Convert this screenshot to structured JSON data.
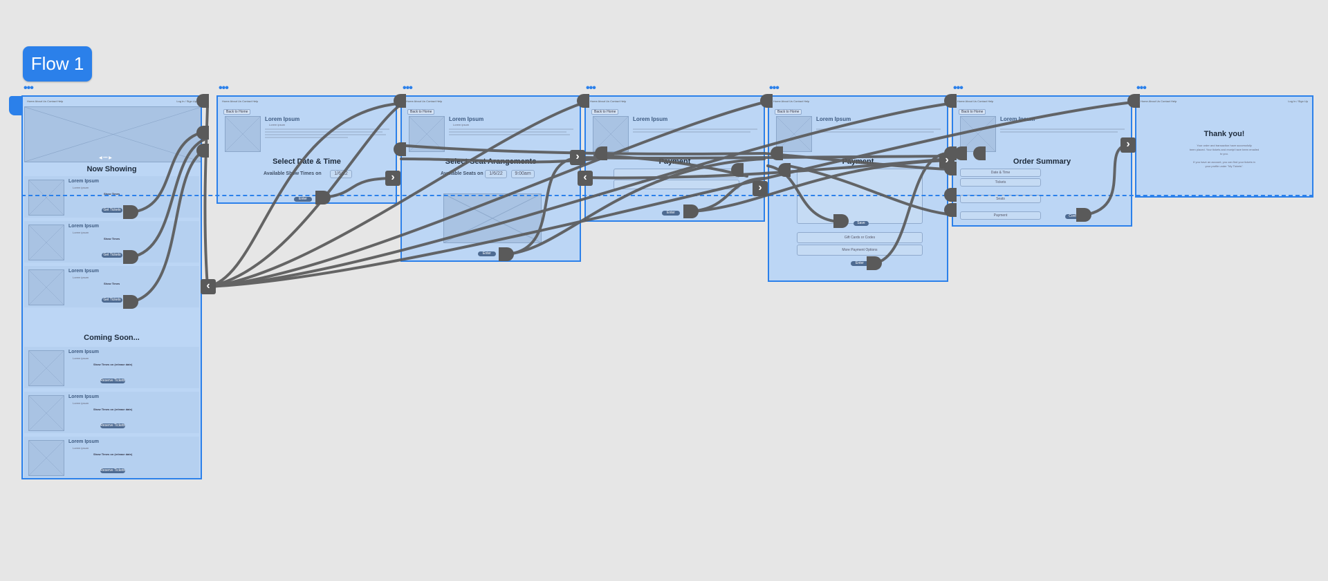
{
  "flow": {
    "label": "Flow 1"
  },
  "frame_menu": "•••",
  "nav": {
    "items": "Home   About Us   Contact   Help",
    "login": "Log In / Sign Up"
  },
  "home": {
    "carousel": "◀ ••• ▶",
    "now_showing": "Now Showing",
    "coming_soon": "Coming Soon...",
    "movie_title": "Lorem Ipsum",
    "movie_sub": "Lorem ipsum",
    "show_times": "Show Times",
    "show_times_release": "Show Times on (release date)",
    "get_tickets": "Get Tickets",
    "reserve_tickets": "Reserve Tickets"
  },
  "back_to_home": "Back to Home",
  "movie": {
    "title": "Lorem Ipsum",
    "sub": "Lorem ipsum"
  },
  "date_screen": {
    "title": "Select Date & Time",
    "label": "Available Show Times on",
    "date": "1/6/22",
    "enter": "Enter"
  },
  "seat_screen": {
    "title": "Select Seat Arangements",
    "label": "Available Seats on",
    "date": "1/6/22",
    "time": "9:00am",
    "enter": "Enter"
  },
  "payment1": {
    "title": "Payment",
    "enter": "Enter"
  },
  "payment2": {
    "title": "Payment",
    "save": "Save",
    "card_option": "Gift Cards or Codes",
    "more_option": "More Payment Options",
    "enter": "Enter"
  },
  "summary": {
    "title": "Order Summary",
    "rows": [
      "Date & Time",
      "Tickets",
      "Seats",
      "Payment"
    ],
    "confirm": "Confirm"
  },
  "thanks": {
    "title": "Thank you!",
    "line1": "Your order and transaction have successfully",
    "line2": "been placed. Your tickets and receipt have been emailed",
    "line3": "to you.",
    "line4": "If you have an account, you can find your tickets in",
    "line5": "your profile under \"My Tickets\"."
  },
  "icons": {
    "next": "chevron-right-icon",
    "back": "chevron-left-icon"
  },
  "colors": {
    "accent": "#2b80ea",
    "frame_fill": "#bcd6f5",
    "connector": "#5a5a5a",
    "canvas": "#e6e6e6"
  }
}
